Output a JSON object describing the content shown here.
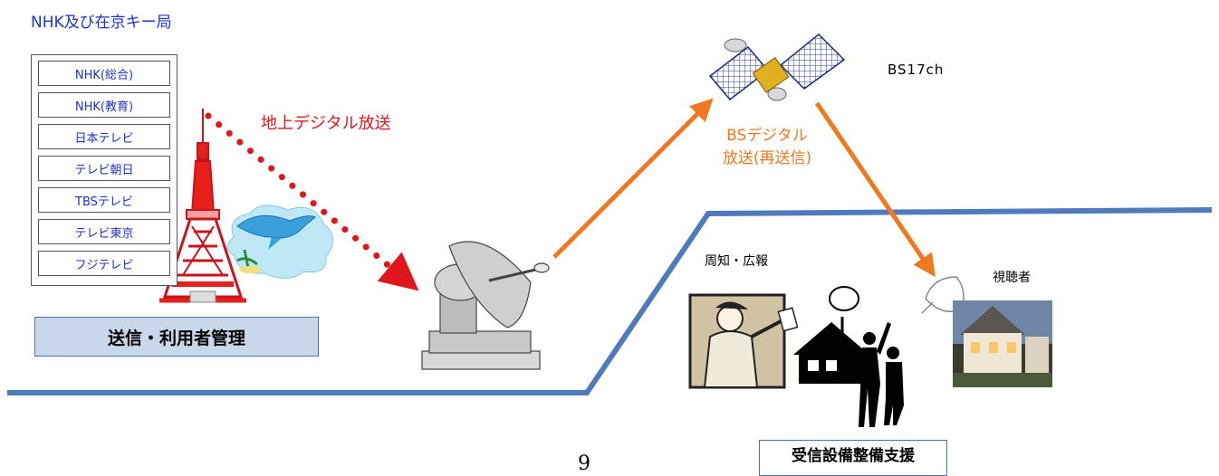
{
  "header": {
    "title": "NHK及び在京キー局"
  },
  "stations": [
    "NHK(総合)",
    "NHK(教育)",
    "日本テレビ",
    "テレビ朝日",
    "TBSテレビ",
    "テレビ東京",
    "フジテレビ"
  ],
  "labels": {
    "terrestrial_broadcast": "地上デジタル放送",
    "bs_broadcast_line1": "BSデジタル",
    "bs_broadcast_line2": "放送(再送信)",
    "bs_channel": "BS17ch",
    "public_notice": "周知・広報",
    "viewer": "視聴者"
  },
  "boxes": {
    "send_management": "送信・利用者管理",
    "reception_support": "受信設備整備支援"
  },
  "page_number": "9",
  "colors": {
    "station_text": "#1a33cc",
    "terrestrial_arrow": "#e0161a",
    "bs_arrow": "#f07820",
    "ground_line": "#4f7bbd",
    "box_fill": "#c9d7ea",
    "tower": "#e8201a"
  },
  "icons": [
    "tokyo-tower-icon",
    "dolphin-icon",
    "uplink-dish-icon",
    "satellite-icon",
    "mail-carrier-icon",
    "house-with-antenna-icon",
    "people-silhouette-icon",
    "viewer-house-icon",
    "receiving-dish-icon"
  ]
}
